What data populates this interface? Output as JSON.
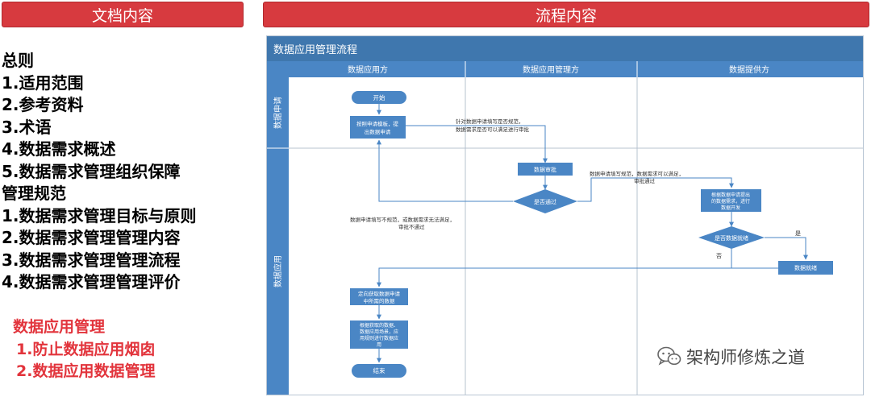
{
  "header": {
    "left_title": "文档内容",
    "right_title": "流程内容"
  },
  "toc": {
    "items": [
      "总则",
      "1.适用范围",
      "2.参考资料",
      "3.术语",
      "4.数据需求概述",
      "5.数据需求管理组织保障",
      "管理规范",
      "1.数据需求管理目标与原则",
      "2.数据需求管理管理内容",
      "3.数据需求管理管理流程",
      "4.数据需求管理管理评价"
    ],
    "highlight_title": "数据应用管理",
    "highlight_items": [
      "1.防止数据应用烟囱",
      "2.数据应用数据管理"
    ]
  },
  "flow": {
    "title": "数据应用管理流程",
    "columns": [
      "数据应用方",
      "数据应用管理方",
      "数据提供方"
    ],
    "lanes": [
      "数据申请",
      "数据应用"
    ],
    "nodes": {
      "start": "开始",
      "apply_l1": "按照申请模板，提",
      "apply_l2": "出数据申请",
      "review": "数据审批",
      "pass": "是否通过",
      "develop_l1": "根据数据申请提出",
      "develop_l2": "的数据需求，进行",
      "develop_l3": "数据开发",
      "exists": "是否数据就绪",
      "ready": "数据就绪",
      "fetch_l1": "定向获取数据申请",
      "fetch_l2": "中所需的数据",
      "use_l1": "根据获取的数据、",
      "use_l2": "数据应用场景，应",
      "use_l3": "用规则进行数据应",
      "use_l4": "用",
      "end": "结束"
    },
    "notes": {
      "n1_l1": "针对数据申请填写是否规范，",
      "n1_l2": "数据需求是否可以满足进行审批",
      "n2_l1": "数据申请填写规范，数据需求可以满足，",
      "n2_l2": "审批通过",
      "n3_l1": "数据申请填写不规范，或数据需求无法满足，",
      "n3_l2": "审批不通过",
      "yes": "是",
      "no": "否"
    }
  },
  "watermark": {
    "text": "架构师修炼之道",
    "icon": "wechat-icon"
  },
  "colors": {
    "accent_red": "#d73a3f",
    "flow_blue": "#4a86c5",
    "flow_header": "#3f77ae"
  }
}
